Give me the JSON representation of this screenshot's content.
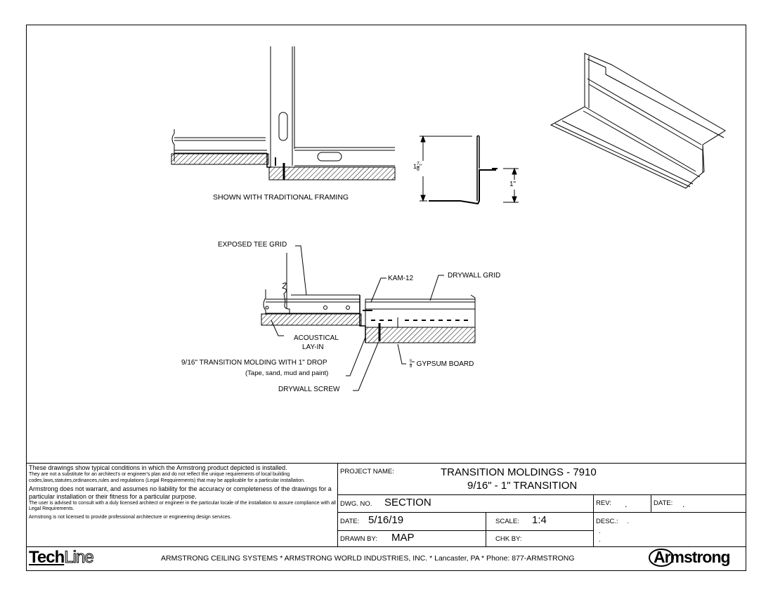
{
  "drawing": {
    "framing_caption": "SHOWN WITH TRADITIONAL FRAMING",
    "dim_height_whole": "1",
    "dim_height_num": "7",
    "dim_height_den": "8",
    "dim_height_unit": "\"",
    "dim_drop": "1\"",
    "callouts": {
      "exposed_tee": "EXPOSED TEE GRID",
      "kam": "KAM-12",
      "drywall_grid": "DRYWALL GRID",
      "acoustical_1": "ACOUSTICAL",
      "acoustical_2": "LAY-IN",
      "molding_1": "9/16\" TRANSITION MOLDING WITH 1\" DROP",
      "molding_2": "(Tape, sand, mud and paint)",
      "gypsum_num": "5",
      "gypsum_den": "8",
      "gypsum": "\" GYPSUM BOARD",
      "screw": "DRYWALL SCREW"
    }
  },
  "title_block": {
    "disclaimer_1": "These drawings show typical conditions in which the Armstrong product depicted is installed.",
    "disclaimer_2": "They are not a substitute for an architect's or engineer's plan and do not reflect the unique requirements of local building codes,laws,statutes,ordinances,rules and regulations (Legal Reqquirements) that may be applicable for a particular installation.",
    "disclaimer_3": "Armstrong does not warrant, and assumes no liability for the accuracy or completeness of the drawings for a particular installation or their fitness for a particular purpose.",
    "disclaimer_4": "The user is  advised to consult with a duly licensed architect or engineer in the particular locale of the installation to assure  compliance with all Legal Requirements.",
    "disclaimer_5": "Armstrong is not licensed to provide professional architecture or engineering design services.",
    "project_label": "PROJECT NAME:",
    "project_line1": "TRANSITION MOLDINGS - 7910",
    "project_line2": "9/16\" - 1\" TRANSITION",
    "dwg_label": "DWG. NO.",
    "dwg_value": "SECTION",
    "rev_label": "REV:",
    "rev_value": ".",
    "date2_label": "DATE:",
    "date2_value": ".",
    "date_label": "DATE:",
    "date_value": "5/16/19",
    "scale_label": "SCALE:",
    "scale_value": "1:4",
    "desc_label": "DESC.:",
    "desc_value": ".",
    "drawn_label": "DRAWN BY:",
    "drawn_value": "MAP",
    "chk_label": "CHK BY:",
    "desc_dots": ".",
    "brand_left_a": "Tech",
    "brand_left_b": "Line",
    "footer": "ARMSTRONG CEILING SYSTEMS * ARMSTRONG WORLD INDUSTRIES, INC. * Lancaster, PA * Phone: 877-ARMSTRONG",
    "brand_right": "Armstrong"
  }
}
